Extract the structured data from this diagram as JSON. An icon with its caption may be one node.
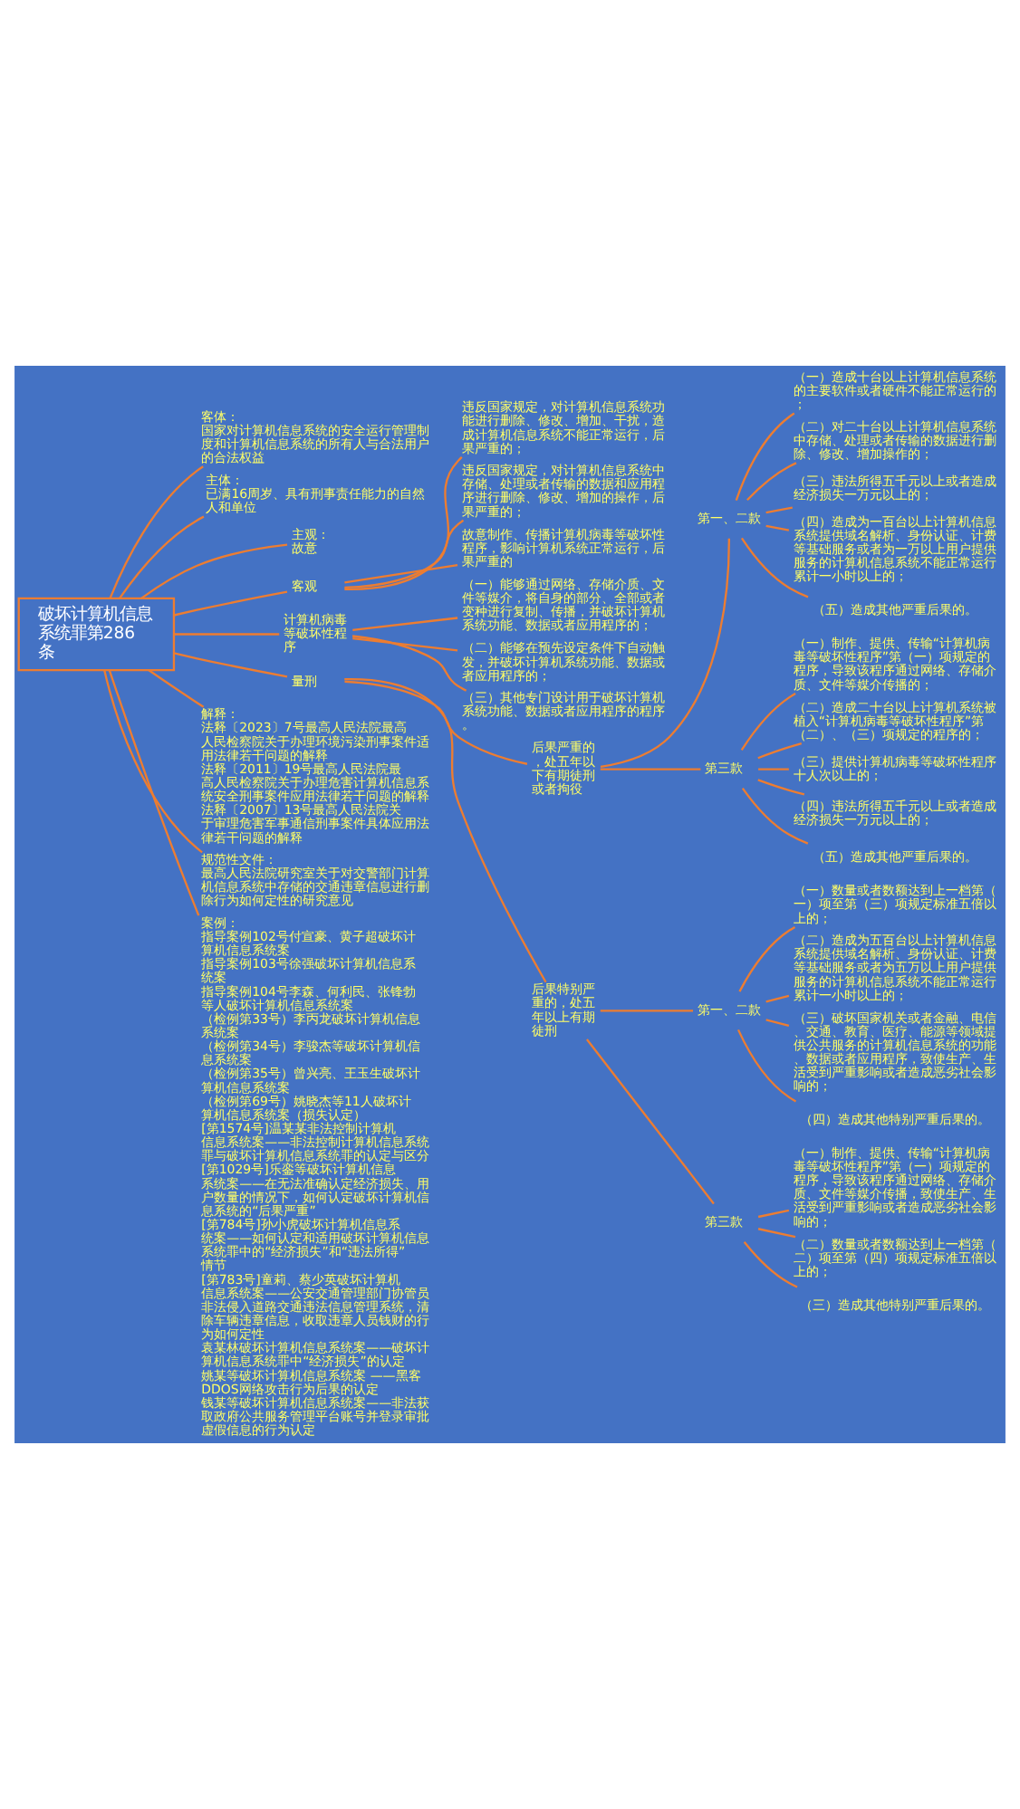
{
  "diagram": {
    "nodes": [
      {
        "text": [
          "破坏计算机信息系统罪第286条"
        ]
      },
      {
        "text": [
          "客体：",
          "国家对计算机信息系统的安全运行管理制度和计算机信息系统的所有人与合法用户的合法权益"
        ]
      },
      {
        "text": [
          "主体：",
          "已满16周岁、具有刑事责任能力的自然人和单位"
        ]
      },
      {
        "text": [
          "主观：",
          "故意"
        ]
      },
      {
        "text": [
          "客观"
        ]
      },
      {
        "text": [
          "违反国家规定，对计算机信息系统功能进行删除、修改、增加、干扰，造成计算机信息系统不能正常运行，后果严重的；"
        ]
      },
      {
        "text": [
          "违反国家规定，对计算机信息系统中存储、处理或者传输的数据和应用程序进行删除、修改、增加的操作，后果严重的；"
        ]
      },
      {
        "text": [
          "故意制作、传播计算机病毒等破坏性程序，影响计算机系统正常运行，后果严重的"
        ]
      },
      {
        "text": [
          "计算机病毒等破坏性程序"
        ]
      },
      {
        "text": [
          "（一）能够通过网络、存储介质、文件等媒介，将自身的部分、全部或者变种进行复制、传播，并破坏计算机系统功能、数据或者应用程序的；"
        ]
      },
      {
        "text": [
          "（二）能够在预先设定条件下自动触发，并破坏计算机系统功能、数据或者应用程序的；"
        ]
      },
      {
        "text": [
          "（三）其他专门设计用于破坏计算机系统功能、数据或者应用程序的程序。"
        ]
      },
      {
        "text": [
          "量刑"
        ]
      },
      {
        "text": [
          "后果严重的，处五年以下有期徒刑或者拘役"
        ]
      },
      {
        "text": [
          "第一、二款"
        ]
      },
      {
        "text": [
          "（一）造成十台以上计算机信息系统的主要软件或者硬件不能正常运行的；"
        ]
      },
      {
        "text": [
          "（二）对二十台以上计算机信息系统中存储、处理或者传输的数据进行删除、修改、增加操作的；"
        ]
      },
      {
        "text": [
          "（三）违法所得五千元以上或者造成经济损失一万元以上的；"
        ]
      },
      {
        "text": [
          "（四）造成为一百台以上计算机信息系统提供域名解析、身份认证、计费等基础服务或者为一万以上用户提供服务的计算机信息系统不能正常运行累计一小时以上的；"
        ]
      },
      {
        "text": [
          "（五）造成其他严重后果的。"
        ]
      },
      {
        "text": [
          "第三款"
        ]
      },
      {
        "text": [
          "（一）制作、提供、传输“计算机病毒等破坏性程序”第（一）项规定的程序，导致该程序通过网络、存储介质、文件等媒介传播的；"
        ]
      },
      {
        "text": [
          "（二）造成二十台以上计算机系统被植入“计算机病毒等破坏性程序”第（二）、（三）项规定的程序的；"
        ]
      },
      {
        "text": [
          "（三）提供计算机病毒等破坏性程序十人次以上的；"
        ]
      },
      {
        "text": [
          "（四）违法所得五千元以上或者造成经济损失一万元以上的；"
        ]
      },
      {
        "text": [
          "（五）造成其他严重后果的。"
        ]
      },
      {
        "text": [
          "后果特别严重的，处五年以上有期徒刑"
        ]
      },
      {
        "text": [
          "第一、二款"
        ]
      },
      {
        "text": [
          "（一）数量或者数额达到上一档第（一）项至第（三）项规定标准五倍以上的；"
        ]
      },
      {
        "text": [
          "（二）造成为五百台以上计算机信息系统提供域名解析、身份认证、计费等基础服务或者为五万以上用户提供服务的计算机信息系统不能正常运行累计一小时以上的；"
        ]
      },
      {
        "text": [
          "（三）破坏国家机关或者金融、电信、交通、教育、医疗、能源等领域提供公共服务的计算机信息系统的功能、数据或者应用程序，致使生产、生活受到严重影响或者造成恶劣社会影响的；"
        ]
      },
      {
        "text": [
          "（四）造成其他特别严重后果的。"
        ]
      },
      {
        "text": [
          "第三款"
        ]
      },
      {
        "text": [
          "（一）制作、提供、传输“计算机病毒等破坏性程序”第（一）项规定的程序，导致该程序通过网络、存储介质、文件等媒介传播，致使生产、生活受到严重影响或者造成恶劣社会影响的；"
        ]
      },
      {
        "text": [
          "（二）数量或者数额达到上一档第（二）项至第（四）项规定标准五倍以上的；"
        ]
      },
      {
        "text": [
          "（三）造成其他特别严重后果的。"
        ]
      },
      {
        "text": [
          "解释：",
          "法释〔2023〕7号最高人民法院最高人民检察院关于办理环境污染刑事案件适用法律若干问题的解释",
          "法释〔2011〕19号最高人民法院最高人民检察院关于办理危害计算机信息系统安全刑事案件应用法律若干问题的解释",
          "法释〔2007〕13号最高人民法院关于审理危害军事通信刑事案件具体应用法律若干问题的解释"
        ]
      },
      {
        "text": [
          "规范性文件：",
          "最高人民法院研究室关于对交警部门计算机信息系统中存储的交通违章信息进行删除行为如何定性的研究意见"
        ]
      },
      {
        "text": [
          "案例：",
          "指导案例102号付宣豪、黄子超破坏计算机信息系统案",
          "指导案例103号徐强破坏计算机信息系统案",
          "指导案例104号李森、何利民、张锋勃等人破坏计算机信息系统案",
          "（检例第33号）李丙龙破坏计算机信息系统案",
          "（检例第34号）李骏杰等破坏计算机信息系统案",
          "（检例第35号）曾兴亮、王玉生破坏计算机信息系统案",
          "（检例第69号）姚晓杰等11人破坏计算机信息系统案（损失认定）",
          "[第1574号]温某某非法控制计算机信息系统案——非法控制计算机信息系统罪与破坏计算机信息系统罪的认定与区分",
          "[第1029号]乐銮等破坏计算机信息系统案——在无法准确认定经济损失、用户数量的情况下，如何认定破坏计算机信息系统的“后果严重”",
          "[第784号]孙小虎破坏计算机信息系统案——如何认定和适用破坏计算机信息系统罪中的“经济损失”和“违法所得”情节",
          "[第783号]童莉、蔡少英破坏计算机信息系统案——公安交通管理部门协管员非法侵入道路交通违法信息管理系统，清除车辆违章信息，收取违章人员钱财的行为如何定性",
          "袁某林破坏计算机信息系统案——破坏计算机信息系统罪中“经济损失”的认定",
          "姚某等破坏计算机信息系统案 ——黑客DDOS网络攻击行为后果的认定",
          "钱某等破坏计算机信息系统案——非法获取政府公共服务管理平台账号并登录审批虚假信息的行为认定"
        ]
      }
    ],
    "edges": [
      {
        "from": 0,
        "to": 1,
        "arrow": "none"
      },
      {
        "from": 0,
        "to": 2,
        "arrow": "none"
      },
      {
        "from": 0,
        "to": 3,
        "arrow": "none"
      },
      {
        "from": 0,
        "to": 4,
        "arrow": "none"
      },
      {
        "from": 4,
        "to": 5,
        "arrow": "none"
      },
      {
        "from": 4,
        "to": 6,
        "arrow": "none"
      },
      {
        "from": 4,
        "to": 7,
        "arrow": "none"
      },
      {
        "from": 0,
        "to": 8,
        "arrow": "none"
      },
      {
        "from": 8,
        "to": 9,
        "arrow": "none"
      },
      {
        "from": 8,
        "to": 10,
        "arrow": "none"
      },
      {
        "from": 8,
        "to": 11,
        "arrow": "none"
      },
      {
        "from": 0,
        "to": 12,
        "arrow": "none"
      },
      {
        "from": 12,
        "to": 13,
        "arrow": "none"
      },
      {
        "from": 13,
        "to": 14,
        "arrow": "none"
      },
      {
        "from": 14,
        "to": 15,
        "arrow": "none"
      },
      {
        "from": 14,
        "to": 16,
        "arrow": "none"
      },
      {
        "from": 14,
        "to": 17,
        "arrow": "none"
      },
      {
        "from": 14,
        "to": 18,
        "arrow": "none"
      },
      {
        "from": 14,
        "to": 19,
        "arrow": "none"
      },
      {
        "from": 13,
        "to": 20,
        "arrow": "none"
      },
      {
        "from": 20,
        "to": 21,
        "arrow": "none"
      },
      {
        "from": 20,
        "to": 22,
        "arrow": "none"
      },
      {
        "from": 20,
        "to": 23,
        "arrow": "none"
      },
      {
        "from": 20,
        "to": 24,
        "arrow": "none"
      },
      {
        "from": 20,
        "to": 25,
        "arrow": "none"
      },
      {
        "from": 12,
        "to": 26,
        "arrow": "none"
      },
      {
        "from": 26,
        "to": 27,
        "arrow": "none"
      },
      {
        "from": 27,
        "to": 28,
        "arrow": "none"
      },
      {
        "from": 27,
        "to": 29,
        "arrow": "none"
      },
      {
        "from": 27,
        "to": 30,
        "arrow": "none"
      },
      {
        "from": 27,
        "to": 31,
        "arrow": "none"
      },
      {
        "from": 26,
        "to": 32,
        "arrow": "none"
      },
      {
        "from": 32,
        "to": 33,
        "arrow": "none"
      },
      {
        "from": 32,
        "to": 34,
        "arrow": "none"
      },
      {
        "from": 32,
        "to": 35,
        "arrow": "none"
      },
      {
        "from": 0,
        "to": 36,
        "arrow": "none"
      },
      {
        "from": 0,
        "to": 37,
        "arrow": "none"
      },
      {
        "from": 0,
        "to": 38,
        "arrow": "none"
      }
    ]
  }
}
